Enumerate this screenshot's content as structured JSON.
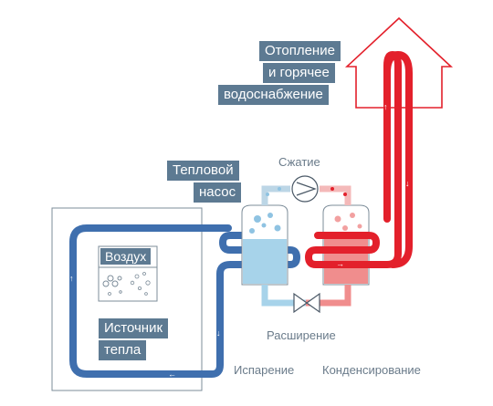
{
  "labels": {
    "heating_line1": "Отопление",
    "heating_line2": "и горячее",
    "heating_line3": "водоснабжение",
    "heat_pump_line1": "Тепловой",
    "heat_pump_line2": "насос",
    "compression": "Сжатие",
    "air": "Воздух",
    "source_line1": "Источник",
    "source_line2": "тепла",
    "expansion": "Расширение",
    "evaporation": "Испарение",
    "condensation": "Конденсирование"
  },
  "colors": {
    "hot": "#e3202b",
    "cold": "#3f6fae",
    "tag": "#5d7a92",
    "evaporator_fill": "#a7d3ea",
    "condenser_fill": "#f08d8d",
    "outline": "#7c8c99"
  },
  "icons": [
    "house-icon",
    "compressor-icon",
    "expansion-valve-icon",
    "fan-icon"
  ]
}
